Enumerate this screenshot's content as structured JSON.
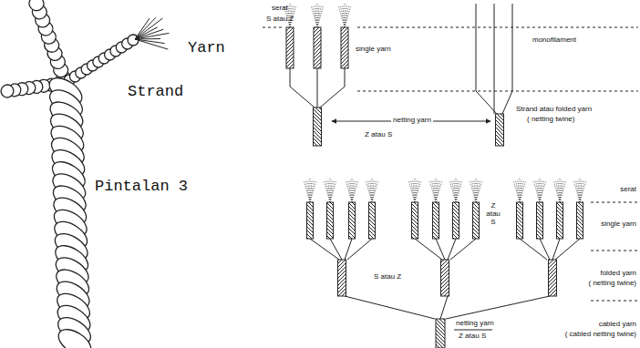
{
  "diagram": {
    "labels": [
      "Yarn",
      "Strand",
      "Pintalan 3",
      "serat",
      "S atau Z",
      "single yarn",
      "monofilament",
      "netting yarn",
      "Z atau S",
      "Strand atau folded yarn",
      "( netting twine)",
      "serat",
      "Z atau S",
      "single yarn",
      "S atau Z",
      "folded yarn",
      "( netting twine)",
      "netting yarn",
      "Z atau S",
      "cabled yarn",
      "( cabled netting twine)"
    ]
  }
}
